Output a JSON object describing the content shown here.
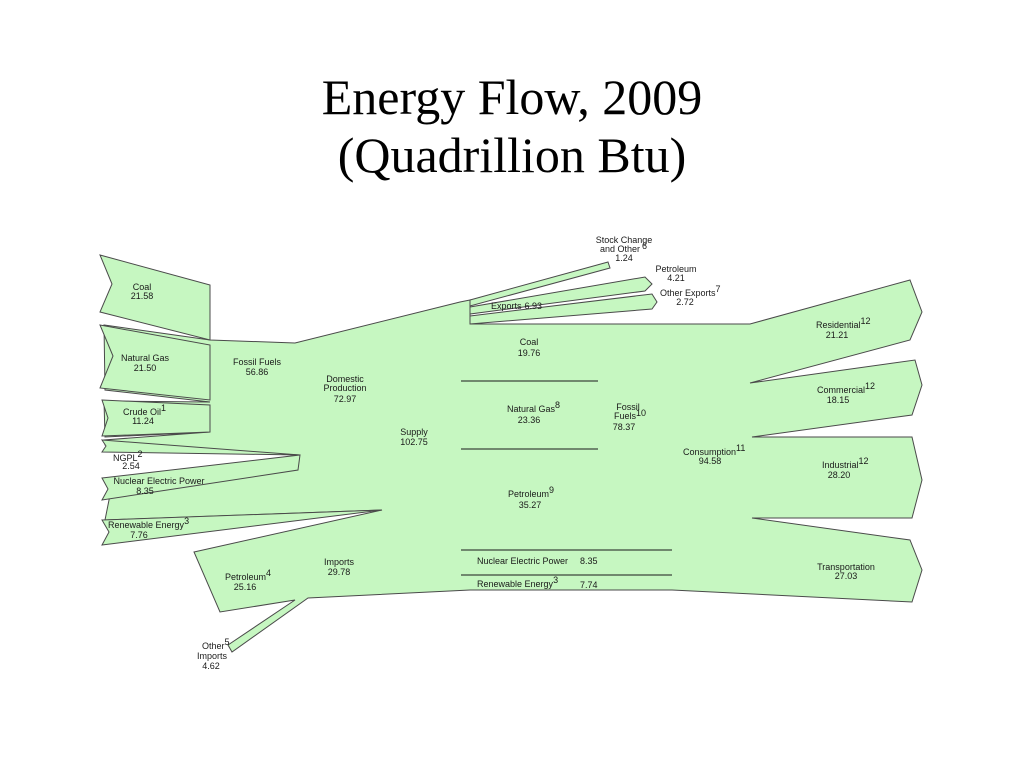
{
  "title": {
    "line1": "Energy Flow, 2009",
    "line2": "(Quadrillion Btu)"
  },
  "colors": {
    "band_fill": "#c6f7c1",
    "band_stroke": "#4a4a4a"
  },
  "nodes": {
    "coal_in": {
      "name": "Coal",
      "value": "21.58"
    },
    "natural_gas_in": {
      "name": "Natural Gas",
      "value": "21.50"
    },
    "crude_oil_in": {
      "name": "Crude Oil",
      "sup": "1",
      "value": "11.24"
    },
    "ngpl_in": {
      "name": "NGPL",
      "sup": "2",
      "value": "2.54"
    },
    "nuclear_in": {
      "name": "Nuclear Electric Power",
      "value": "8.35"
    },
    "renewable_in": {
      "name": "Renewable Energy",
      "sup": "3",
      "value": "7.76"
    },
    "petroleum_imports": {
      "name": "Petroleum",
      "sup": "4",
      "value": "25.16"
    },
    "other_imports": {
      "line1": "Other",
      "sup": "5",
      "line2": "Imports",
      "value": "4.62"
    },
    "fossil_fuels_prod": {
      "name": "Fossil Fuels",
      "value": "56.86"
    },
    "domestic_production": {
      "line1": "Domestic",
      "line2": "Production",
      "value": "72.97"
    },
    "imports": {
      "name": "Imports",
      "value": "29.78"
    },
    "supply": {
      "name": "Supply",
      "value": "102.75"
    },
    "stock_change": {
      "line1": "Stock Change",
      "line2": "and Other",
      "sup": "6",
      "value": "1.24"
    },
    "petroleum_exports": {
      "name": "Petroleum",
      "value": "4.21"
    },
    "other_exports": {
      "name": "Other Exports",
      "sup": "7",
      "value": "2.72"
    },
    "exports": {
      "name": "Exports",
      "value": "6.93"
    },
    "coal_cons": {
      "name": "Coal",
      "value": "19.76"
    },
    "natural_gas_cons": {
      "name": "Natural Gas",
      "sup": "8",
      "value": "23.36"
    },
    "petroleum_cons": {
      "name": "Petroleum",
      "sup": "9",
      "value": "35.27"
    },
    "fossil_fuels_cons": {
      "line1": "Fossil",
      "line2": "Fuels",
      "sup": "10",
      "value": "78.37"
    },
    "nuclear_cons": {
      "name": "Nuclear Electric Power",
      "value": "8.35"
    },
    "renewable_cons": {
      "name": "Renewable Energy",
      "sup": "3",
      "value": "7.74"
    },
    "consumption": {
      "name": "Consumption",
      "sup": "11",
      "value": "94.58"
    },
    "residential": {
      "name": "Residential",
      "sup": "12",
      "value": "21.21"
    },
    "commercial": {
      "name": "Commercial",
      "sup": "12",
      "value": "18.15"
    },
    "industrial": {
      "name": "Industrial",
      "sup": "12",
      "value": "28.20"
    },
    "transportation": {
      "name": "Transportation",
      "value": "27.03"
    }
  }
}
